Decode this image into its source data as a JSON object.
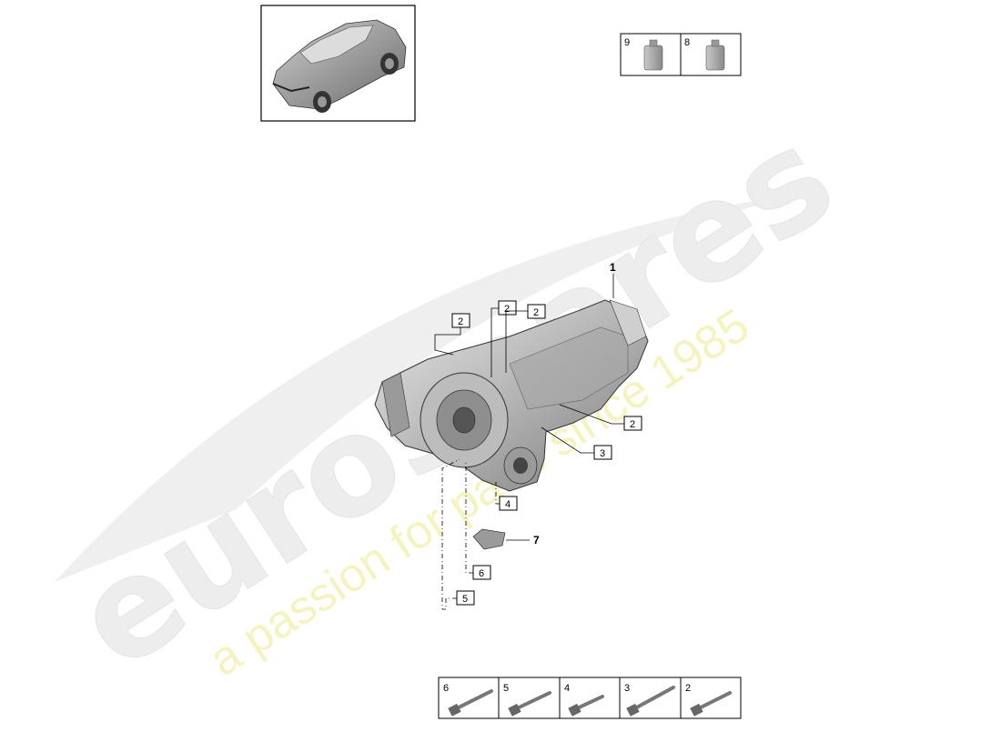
{
  "watermark": {
    "logo": "eurospares",
    "tagline": "a passion for parts since 1985"
  },
  "main_part": {
    "label": "1"
  },
  "callouts": {
    "c2a": "2",
    "c2b": "2",
    "c2c": "2",
    "c2d": "2",
    "c3": "3",
    "c4": "4",
    "c5": "5",
    "c6": "6",
    "c7": "7"
  },
  "fluids_table": {
    "cells": [
      {
        "label": "9",
        "icon": "oil-bottle-icon"
      },
      {
        "label": "8",
        "icon": "oil-bottle-icon"
      }
    ]
  },
  "bolts_table": {
    "cells": [
      {
        "label": "6",
        "icon": "bolt-icon"
      },
      {
        "label": "5",
        "icon": "bolt-icon"
      },
      {
        "label": "4",
        "icon": "bolt-icon"
      },
      {
        "label": "3",
        "icon": "bolt-icon"
      },
      {
        "label": "2",
        "icon": "bolt-icon"
      }
    ]
  }
}
